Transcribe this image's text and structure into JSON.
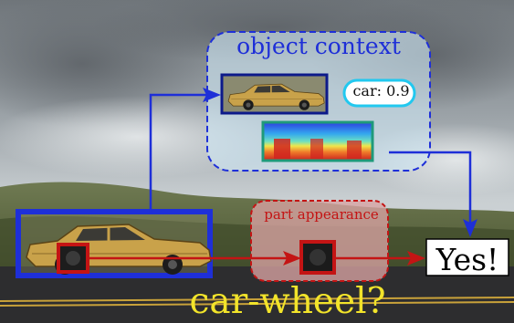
{
  "diagram": {
    "context_title": "object context",
    "car_score": "car: 0.9",
    "part_title": "part appearance",
    "answer": "Yes!",
    "question": "car-wheel?"
  },
  "colors": {
    "context_blue": "#1e2fd8",
    "part_red": "#c41414",
    "score_cyan": "#22c8ef",
    "heatmap_border": "#1f9a7a",
    "question_yellow": "#f2e42a",
    "car_body": "#c9a24a"
  },
  "icons": [
    "sedan-car-icon",
    "wheel-icon"
  ]
}
